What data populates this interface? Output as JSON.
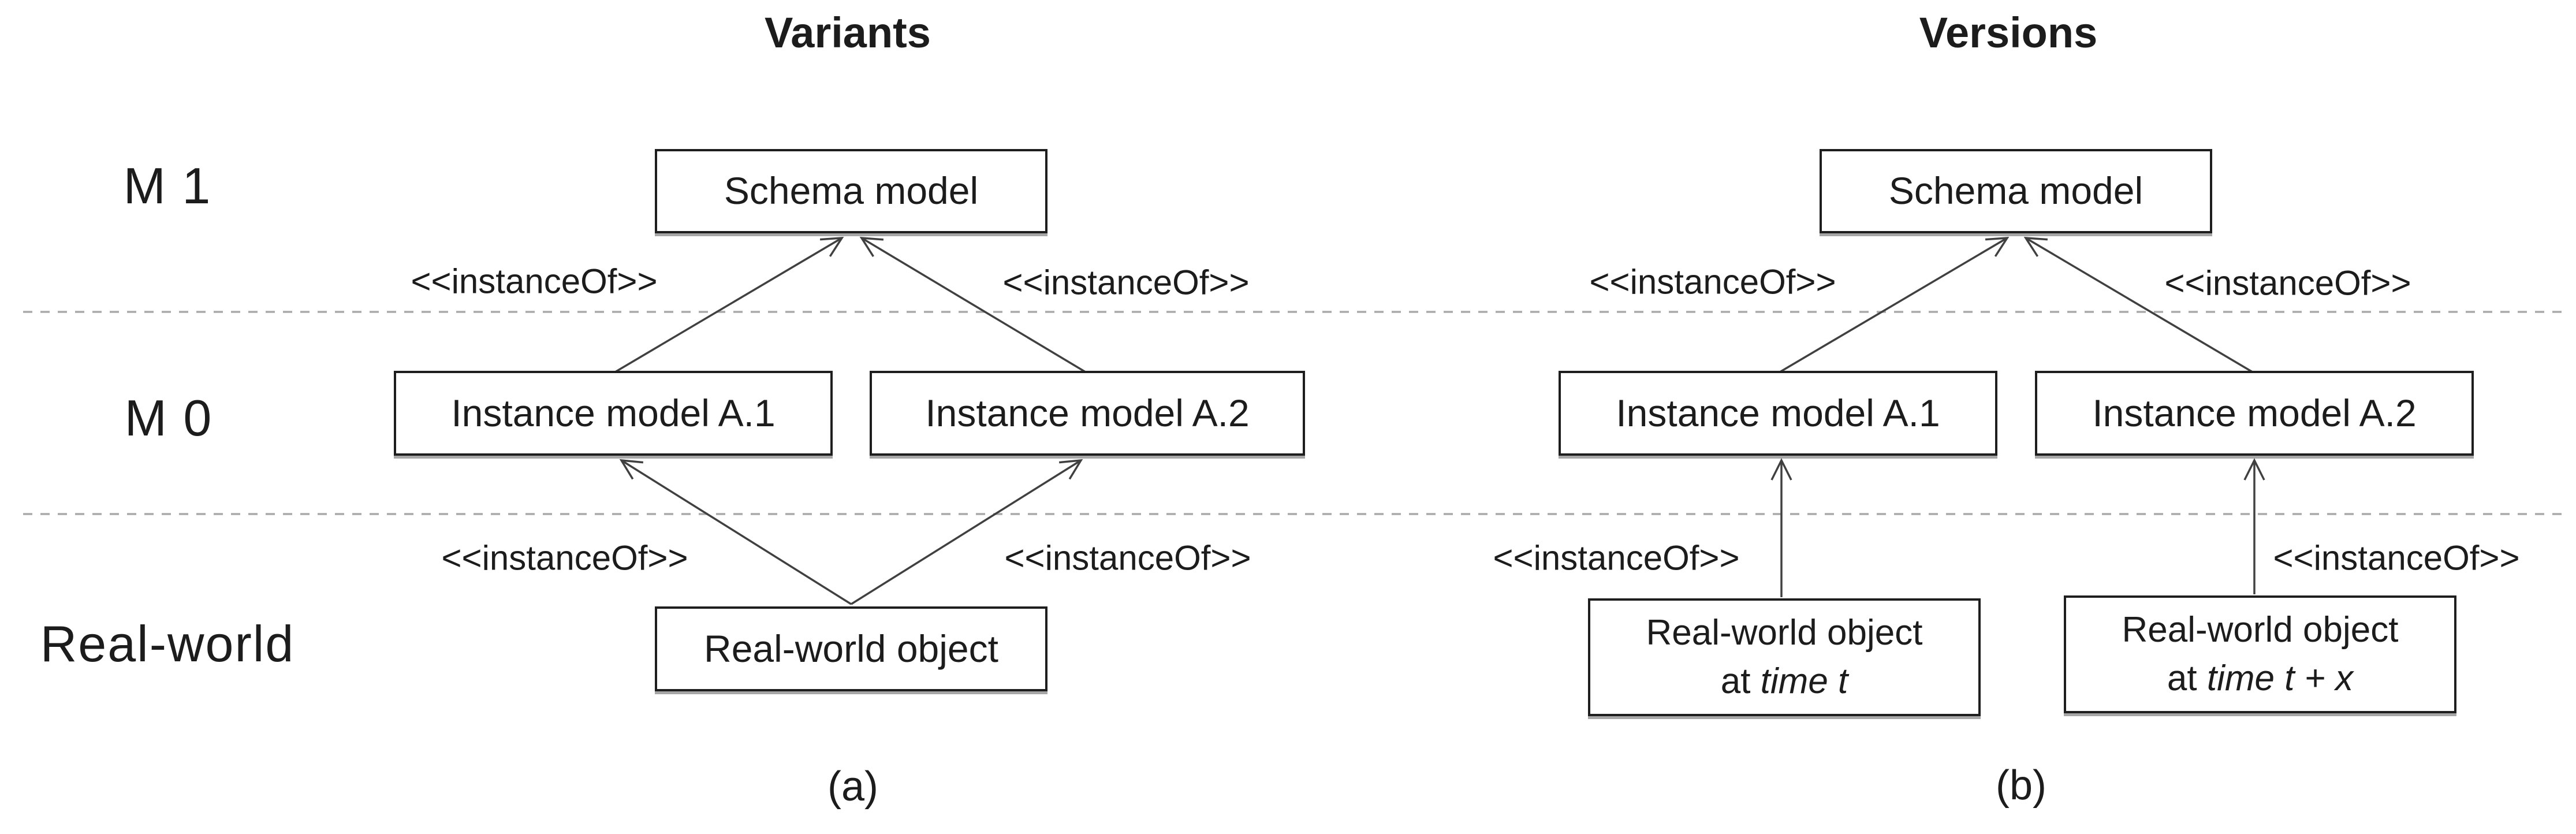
{
  "figure": {
    "rows": [
      {
        "label": "M 1"
      },
      {
        "label": "M 0"
      },
      {
        "label": "Real-world"
      }
    ],
    "panel_a": {
      "title": "Variants",
      "caption": "(a)",
      "boxes": {
        "schema": "Schema model",
        "instance1": "Instance model A.1",
        "instance2": "Instance model A.2",
        "realworld": "Real-world object"
      },
      "edge_labels": [
        "<<instanceOf>>",
        "<<instanceOf>>",
        "<<instanceOf>>",
        "<<instanceOf>>"
      ]
    },
    "panel_b": {
      "title": "Versions",
      "caption": "(b)",
      "boxes": {
        "schema": "Schema model",
        "instance1": "Instance model A.1",
        "instance2": "Instance model A.2",
        "realworld1": {
          "line1": "Real-world object",
          "line2_prefix": "at ",
          "line2_italic": "time t"
        },
        "realworld2": {
          "line1": "Real-world object",
          "line2_prefix": "at ",
          "line2_italic": "time t + x"
        }
      },
      "edge_labels": [
        "<<instanceOf>>",
        "<<instanceOf>>",
        "<<instanceOf>>",
        "<<instanceOf>>"
      ]
    },
    "colors": {
      "text": "#1c1c1c",
      "box_border": "#1e1e1e",
      "connector": "#404040",
      "level_divider": "#a9a9a9",
      "background": "#ffffff"
    }
  }
}
